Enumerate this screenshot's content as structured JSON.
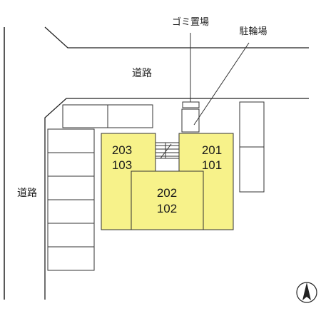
{
  "labels": {
    "garbage_area": "ゴミ置場",
    "bicycle_parking": "駐輪場",
    "road_north": "道路",
    "road_west": "道路"
  },
  "units": {
    "top_left": [
      "203",
      "103"
    ],
    "top_right": [
      "201",
      "101"
    ],
    "center": [
      "202",
      "102"
    ]
  },
  "colors": {
    "building_fill": "#f7f28a",
    "line": "#222222"
  },
  "compass": "north-arrow-icon"
}
